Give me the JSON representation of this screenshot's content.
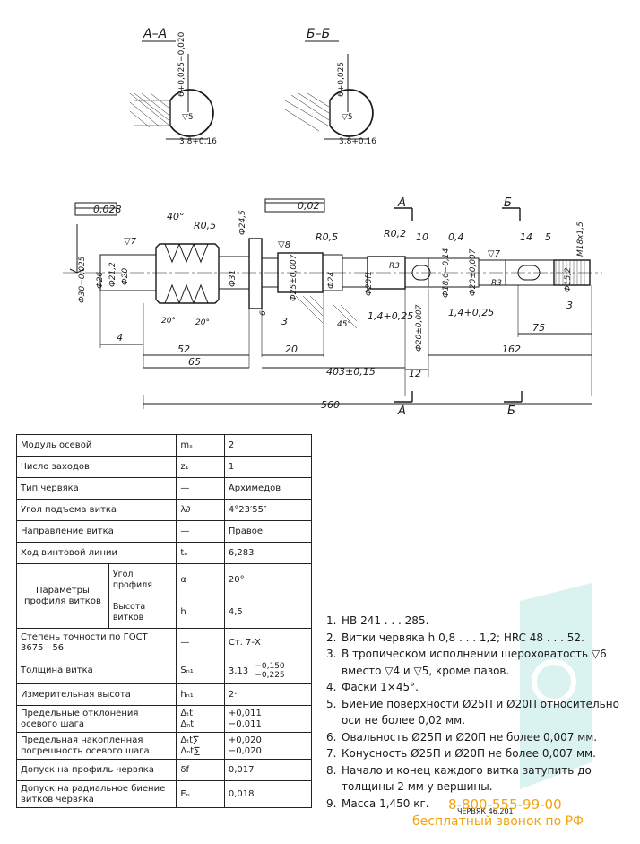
{
  "drawing": {
    "section_a_title": "А–А",
    "section_b_title": "Б–Б",
    "section_a": {
      "tol": "6+0,025−0,020",
      "keyway": "3,8+0,16",
      "rough": "▽5"
    },
    "section_b": {
      "tol": "6+0,025",
      "keyway": "3,8+0,16",
      "rough": "▽5"
    },
    "dims": {
      "runout1": "0,028",
      "runout2": "0,02",
      "angle": "40°",
      "r05a": "R0,5",
      "r05b": "R0,5",
      "r02": "R0,2",
      "r3a": "R3",
      "r3b": "R3",
      "d245": "Ф24,5",
      "d30": "Ф30−0,025",
      "d26": "Ф26",
      "d212": "Ф21,2",
      "d20": "Ф20",
      "d31": "Ф31",
      "d25": "Ф25±0,007",
      "d24": "Ф24",
      "d201": "Ф20f1",
      "d186": "Ф18,6−0,14",
      "d20b": "Ф20±0,007",
      "d152": "Ф15,2",
      "m18": "M18x1,5",
      "d20c": "Ф20±0,007",
      "l10": "10",
      "l04": "0,4",
      "l14": "14",
      "l5": "5",
      "l3": "3",
      "l3b": "3",
      "l6": "6",
      "l14a": "1,4+0,25",
      "l14b": "1,4+0,25",
      "l4": "4",
      "l52": "52",
      "l65": "65",
      "l20": "20",
      "l403": "403±0,15",
      "l162": "162",
      "l75": "75",
      "l12": "12",
      "l560": "560",
      "a45": "45°",
      "a20a": "20°",
      "a20b": "20°",
      "r7": "▽7",
      "r8": "▽8",
      "r7b": "▽7",
      "sec_a": "А",
      "sec_b": "Б",
      "sec_a2": "А",
      "sec_b2": "Б"
    }
  },
  "params_table": {
    "rows": [
      {
        "name": "Модуль осевой",
        "symbol": "mₛ",
        "value": "2"
      },
      {
        "name": "Число заходов",
        "symbol": "z₁",
        "value": "1"
      },
      {
        "name": "Тип червяка",
        "symbol": "—",
        "value": "Архимедов"
      },
      {
        "name": "Угол подъема витка",
        "symbol": "λ∂",
        "value": "4°23′55″"
      },
      {
        "name": "Направление витка",
        "symbol": "—",
        "value": "Правое"
      },
      {
        "name": "Ход винтовой линии",
        "symbol": "tₐ",
        "value": "6,283"
      }
    ],
    "profile_group": "Параметры профиля витков",
    "profile_rows": [
      {
        "sub": "Угол профиля",
        "symbol": "α",
        "value": "20°"
      },
      {
        "sub": "Высота витков",
        "symbol": "h",
        "value": "4,5"
      }
    ],
    "rows2": [
      {
        "name": "Степень точности по ГОСТ 3675—56",
        "symbol": "—",
        "value": "Ст. 7-Х"
      },
      {
        "name": "Толщина витка",
        "symbol": "Sₙ₁",
        "value": "3,13",
        "upper": "−0,150",
        "lower": "−0,225"
      },
      {
        "name": "Измерительная высота",
        "symbol": "hₙ₁",
        "value": "2·"
      },
      {
        "name": "Предельные отклонения осевого шага",
        "symbol": "Δₜt",
        "symbol2": "Δₙt",
        "value": "+0,011",
        "value2": "−0,011"
      },
      {
        "name": "Предельная накопленная погрешность осевого шага",
        "symbol": "Δₜt∑",
        "symbol2": "Δₙt∑",
        "value": "+0,020",
        "value2": "−0,020"
      },
      {
        "name": "Допуск на профиль червяка",
        "symbol": "δf",
        "value": "0,017"
      },
      {
        "name": "Допуск на радиальное биение витков червяка",
        "symbol": "Eₙ",
        "value": "0,018"
      }
    ]
  },
  "notes": [
    {
      "num": "1.",
      "text": "HB 241 . . . 285."
    },
    {
      "num": "2.",
      "text": "Витки червяка h 0,8 . . . 1,2; HRC 48 . . . 52."
    },
    {
      "num": "3.",
      "text": "В тропическом исполнении шероховатость ▽6 вместо ▽4 и ▽5, кроме пазов."
    },
    {
      "num": "4.",
      "text": "Фаски 1×45°."
    },
    {
      "num": "5.",
      "text": "Биение поверхности Ø25П и Ø20П относительно оси не более 0,02 мм."
    },
    {
      "num": "6.",
      "text": "Овальность Ø25П и Ø20П не более 0,007 мм."
    },
    {
      "num": "7.",
      "text": "Конусность Ø25П и Ø20П не более 0,007 мм."
    },
    {
      "num": "8.",
      "text": "Начало и конец каждого витка затупить до толщины 2 мм у вершины."
    },
    {
      "num": "9.",
      "text": "Масса 1,450 кг."
    }
  ],
  "caption": "ЧЕРВЯК 46.201",
  "contact": {
    "phone": "8-800-555-99-00",
    "free_call": "бесплатный звонок по РФ"
  },
  "colors": {
    "ink": "#1a1a1a",
    "contact": "#f3a40d",
    "watermark": "#3cc0b0"
  }
}
